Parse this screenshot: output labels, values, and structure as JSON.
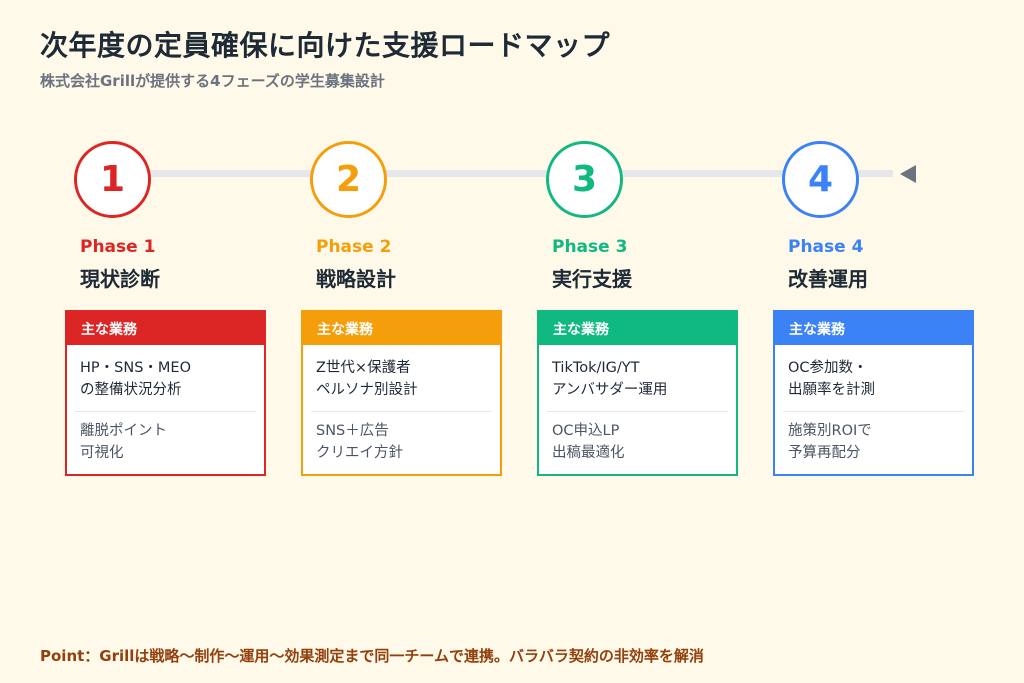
{
  "header": {
    "title": "次年度の定員確保に向けた支援ロードマップ",
    "subtitle": "株式会社Grillが提供する4フェーズの学生募集設計"
  },
  "timeline": {
    "line_color": "#e5e7eb",
    "arrow_icon": "triangle-left",
    "arrow_color": "#6b7280"
  },
  "phases": [
    {
      "number": "1",
      "label": "Phase 1",
      "name": "現状診断",
      "color": "#dc2626",
      "card_header": "主な業務",
      "primary": "HP・SNS・MEO\nの整備状況分析",
      "secondary": "離脱ポイント\n可視化"
    },
    {
      "number": "2",
      "label": "Phase 2",
      "name": "戦略設計",
      "color": "#f59e0b",
      "card_header": "主な業務",
      "primary": "Z世代×保護者\nペルソナ別設計",
      "secondary": "SNS＋広告\nクリエイ方針"
    },
    {
      "number": "3",
      "label": "Phase 3",
      "name": "実行支援",
      "color": "#10b981",
      "card_header": "主な業務",
      "primary": "TikTok/IG/YT\nアンバサダー運用",
      "secondary": "OC申込LP\n出稿最適化"
    },
    {
      "number": "4",
      "label": "Phase 4",
      "name": "改善運用",
      "color": "#3b82f6",
      "card_header": "主な業務",
      "primary": "OC参加数・\n出願率を計測",
      "secondary": "施策別ROIで\n予算再配分"
    }
  ],
  "footer": {
    "point": "Point：Grillは戦略〜制作〜運用〜効果測定まで同一チームで連携。バラバラ契約の非効率を解消",
    "color": "#92400e"
  },
  "background_color": "#fef9e8"
}
